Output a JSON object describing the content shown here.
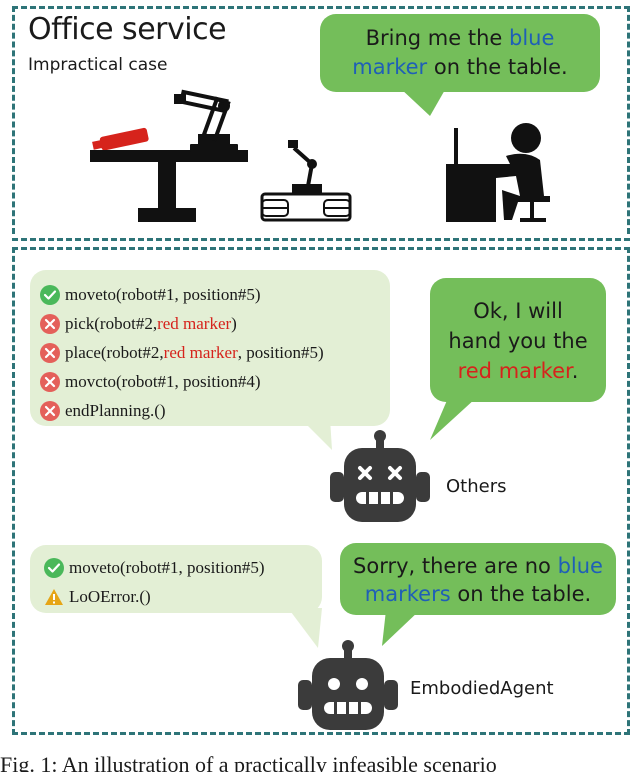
{
  "top_panel": {
    "title": "Office service",
    "subtitle": "Impractical case",
    "user_request": {
      "part1": "Bring me the ",
      "highlight1": "blue",
      "part2": "marker",
      "part3": " on the table."
    }
  },
  "others": {
    "plan": [
      {
        "status": "success",
        "pre": "moveto(robot#1, position#5)",
        "hl": "",
        "post": ""
      },
      {
        "status": "fail",
        "pre": "pick(robot#2, ",
        "hl": "red marker",
        "post": ")"
      },
      {
        "status": "fail",
        "pre": "place(robot#2, ",
        "hl": "red marker",
        "post": ", position#5)"
      },
      {
        "status": "fail",
        "pre": "movcto(robot#1, position#4)",
        "hl": "",
        "post": ""
      },
      {
        "status": "fail",
        "pre": "endPlanning.()",
        "hl": "",
        "post": ""
      }
    ],
    "reply": {
      "line1": "Ok, I will",
      "line2": "hand you the",
      "highlight": "red marker",
      "end": "."
    },
    "label": "Others"
  },
  "embodied": {
    "plan": [
      {
        "status": "success",
        "text": "moveto(robot#1, position#5)"
      },
      {
        "status": "warning",
        "text": "LoOError.()"
      }
    ],
    "reply": {
      "part1": "Sorry, there are no ",
      "highlight1": "blue",
      "highlight2": "markers",
      "part2": " on the table."
    },
    "label": "EmbodiedAgent"
  },
  "caption": "Fig. 1: An illustration of a practically infeasible scenario",
  "colors": {
    "border": "#2e7478",
    "speech_green": "#74be5a",
    "plan_bg": "#e3efd5",
    "highlight_blue": "#1f5fb7",
    "highlight_red": "#d6231c",
    "robot_dark": "#3b3b3b"
  }
}
